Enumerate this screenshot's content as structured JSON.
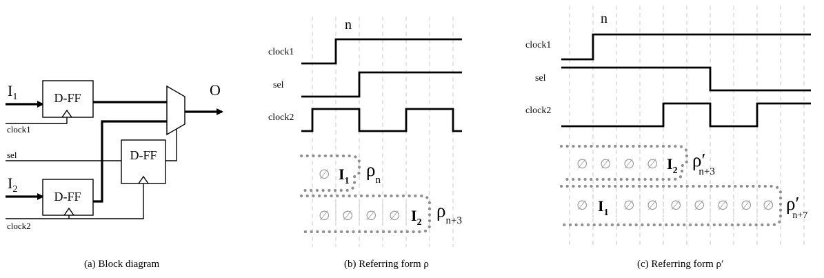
{
  "panel_a": {
    "input1": "I",
    "input1_sub": "1",
    "input2": "I",
    "input2_sub": "2",
    "dff_top": "D-FF",
    "dff_bottom": "D-FF",
    "dff_sel": "D-FF",
    "output": "O",
    "clock1": "clock1",
    "clock2": "clock2",
    "sel": "sel",
    "caption": "(a) Block diagram"
  },
  "panel_b": {
    "n_label": "n",
    "signals": [
      "clock1",
      "sel",
      "clock2"
    ],
    "empty": "∅",
    "row1": {
      "input": "I",
      "input_sub": "1",
      "rho": "ρ",
      "rho_sub": "n"
    },
    "row2": {
      "input": "I",
      "input_sub": "2",
      "rho": "ρ",
      "rho_sub": "n+3"
    },
    "caption": "(b) Referring form ρ"
  },
  "panel_c": {
    "n_label": "n",
    "signals": [
      "clock1",
      "sel",
      "clock2"
    ],
    "empty": "∅",
    "row1": {
      "input": "I",
      "input_sub": "2",
      "rho": "ρ′",
      "rho_sub": "n+3"
    },
    "row2": {
      "input": "I",
      "input_sub": "1",
      "rho": "ρ′",
      "rho_sub": "n+7"
    },
    "caption": "(c) Referring form ρ′"
  }
}
